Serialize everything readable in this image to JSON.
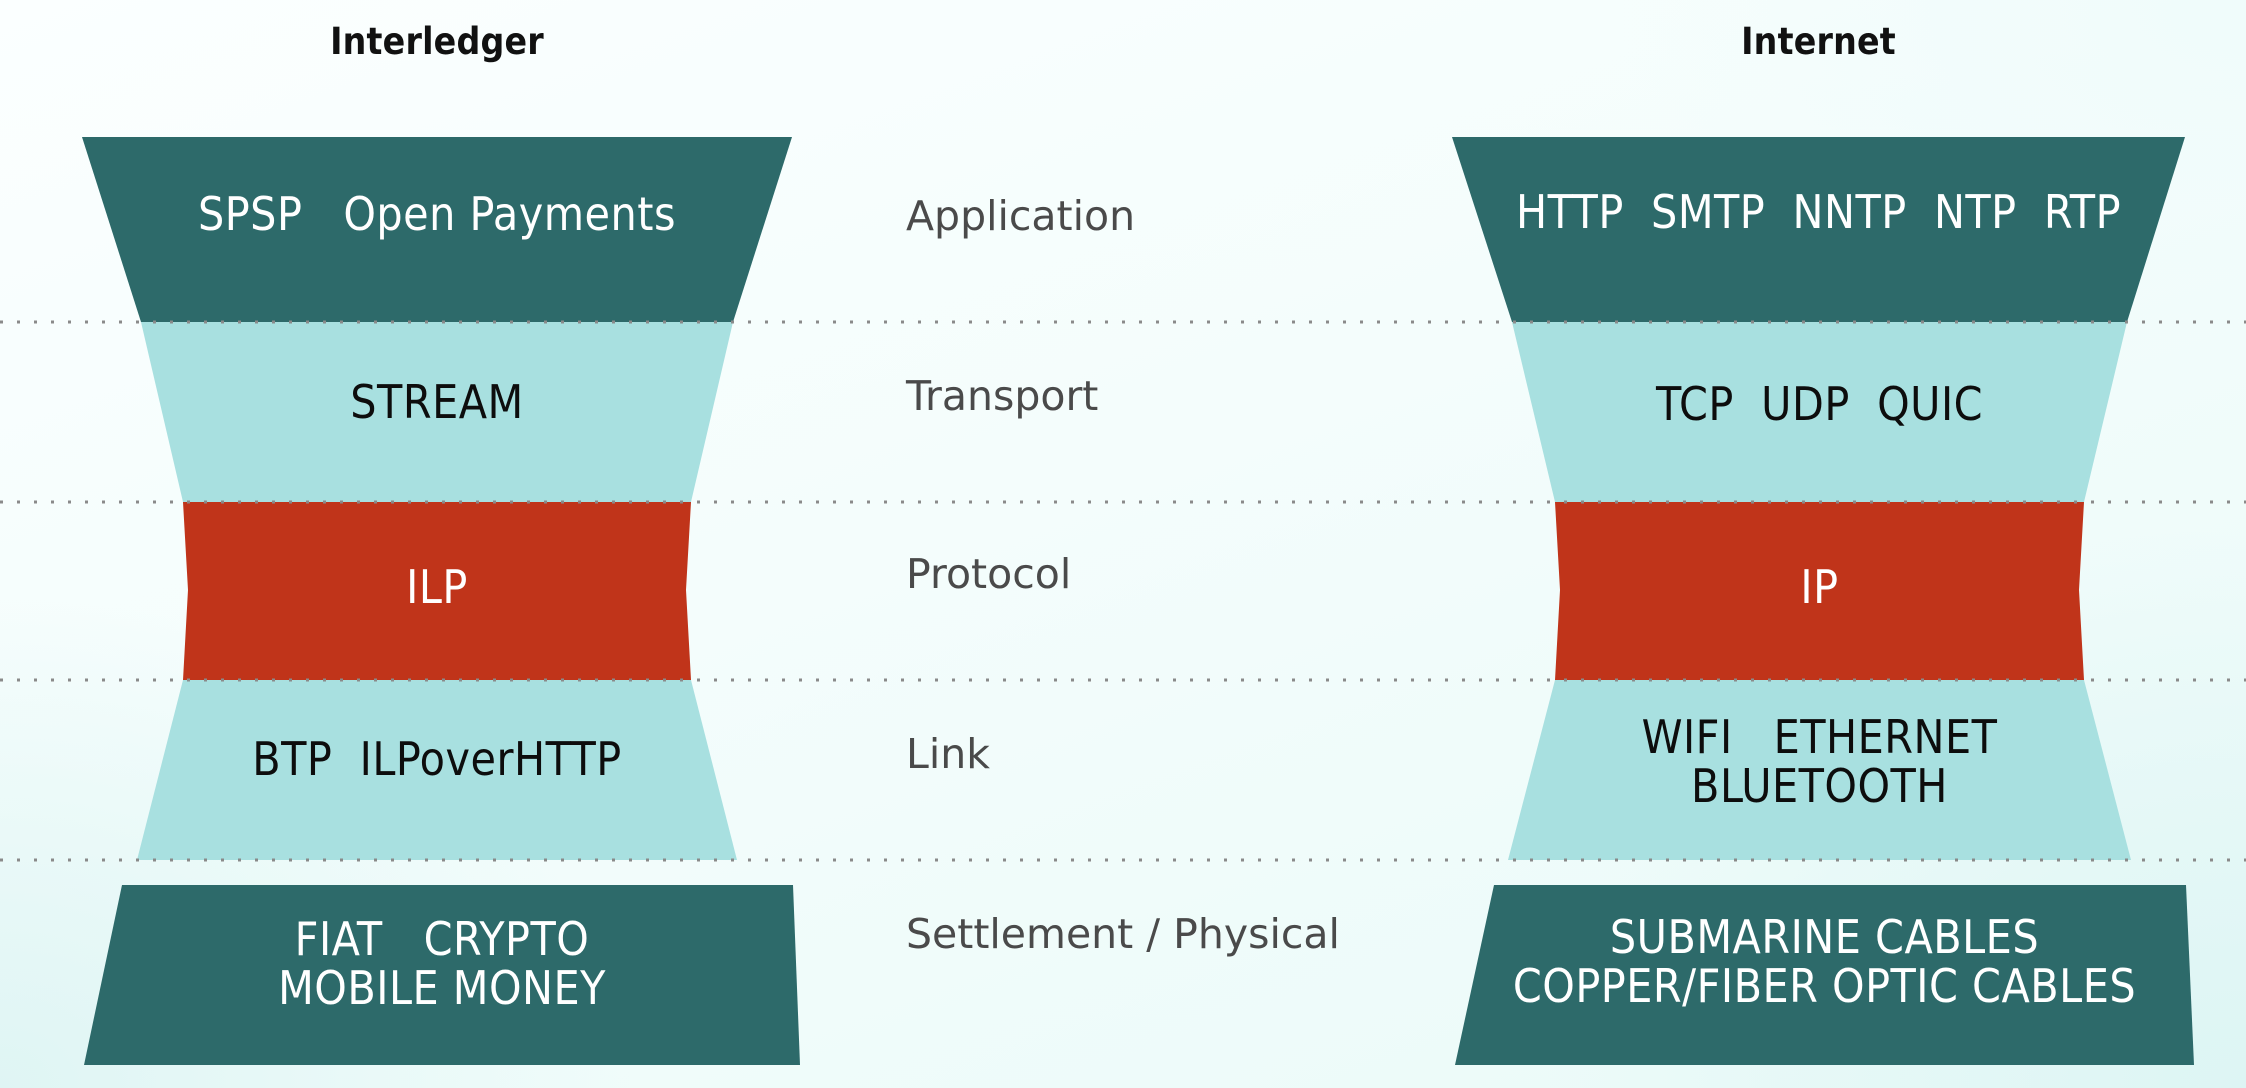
{
  "diagram": {
    "title_left": "Interledger",
    "title_right": "Internet",
    "colors": {
      "dark_teal": "#2d6a6a",
      "light_teal": "#a8e0e0",
      "red": "#c0341a",
      "background": "#f2fcfb",
      "row_label_text": "#4a4a4a",
      "title_text": "#111111",
      "dotted_line": "#8a8a8a"
    },
    "row_labels": [
      "Application",
      "Transport",
      "Protocol",
      "Link",
      "Settlement / Physical"
    ],
    "left_stack": [
      {
        "layer": "Application",
        "text": "SPSP   Open Payments",
        "fill": "dark_teal",
        "text_color": "white"
      },
      {
        "layer": "Transport",
        "text": "STREAM",
        "fill": "light_teal",
        "text_color": "black"
      },
      {
        "layer": "Protocol",
        "text": "ILP",
        "fill": "red",
        "text_color": "white"
      },
      {
        "layer": "Link",
        "text": "BTP  ILPoverHTTP",
        "fill": "light_teal",
        "text_color": "black"
      },
      {
        "layer": "Settlement / Physical",
        "text": "FIAT   CRYPTO\nMOBILE MONEY",
        "fill": "dark_teal",
        "text_color": "white"
      }
    ],
    "right_stack": [
      {
        "layer": "Application",
        "text": "HTTP  SMTP  NNTP  NTP  RTP",
        "fill": "dark_teal",
        "text_color": "white"
      },
      {
        "layer": "Transport",
        "text": "TCP  UDP  QUIC",
        "fill": "light_teal",
        "text_color": "black"
      },
      {
        "layer": "Protocol",
        "text": "IP",
        "fill": "red",
        "text_color": "white"
      },
      {
        "layer": "Link",
        "text": "WIFI   ETHERNET\nBLUETOOTH",
        "fill": "light_teal",
        "text_color": "black"
      },
      {
        "layer": "Settlement / Physical",
        "text": "SUBMARINE CABLES\nCOPPER/FIBER OPTIC CABLES",
        "fill": "dark_teal",
        "text_color": "white"
      }
    ]
  }
}
